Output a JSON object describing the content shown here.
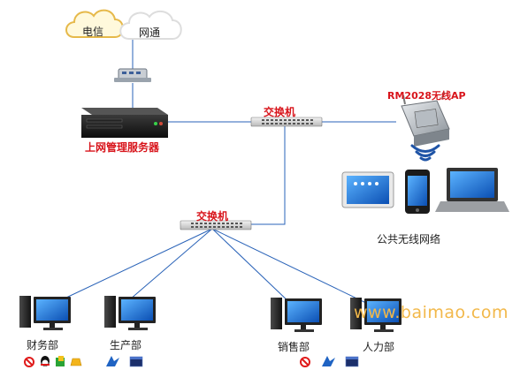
{
  "clouds": {
    "telecom": "电信",
    "netcom": "网通"
  },
  "server": {
    "label": "上网管理服务器"
  },
  "switch_top": {
    "label": "交换机"
  },
  "switch_mid": {
    "label": "交换机"
  },
  "ap": {
    "label": "RM2028无线AP"
  },
  "public_wireless": {
    "label": "公共无线网络"
  },
  "departments": [
    {
      "label": "财务部"
    },
    {
      "label": "生产部"
    },
    {
      "label": "销售部"
    },
    {
      "label": "人力部"
    }
  ],
  "watermark": "www.baimao.com",
  "colors": {
    "link": "#2a63b8",
    "label_red": "#d8141b",
    "cloud_border": "#e6b94a",
    "cloud_fill": "#fff9dc",
    "wifi": "#1f54a6"
  },
  "icons": {
    "finance": [
      "block-icon",
      "qq-icon",
      "game-icon",
      "gold-icon",
      "bird-icon",
      "window-icon"
    ],
    "sales": [
      "block-icon",
      "bird-icon",
      "window-icon"
    ]
  }
}
